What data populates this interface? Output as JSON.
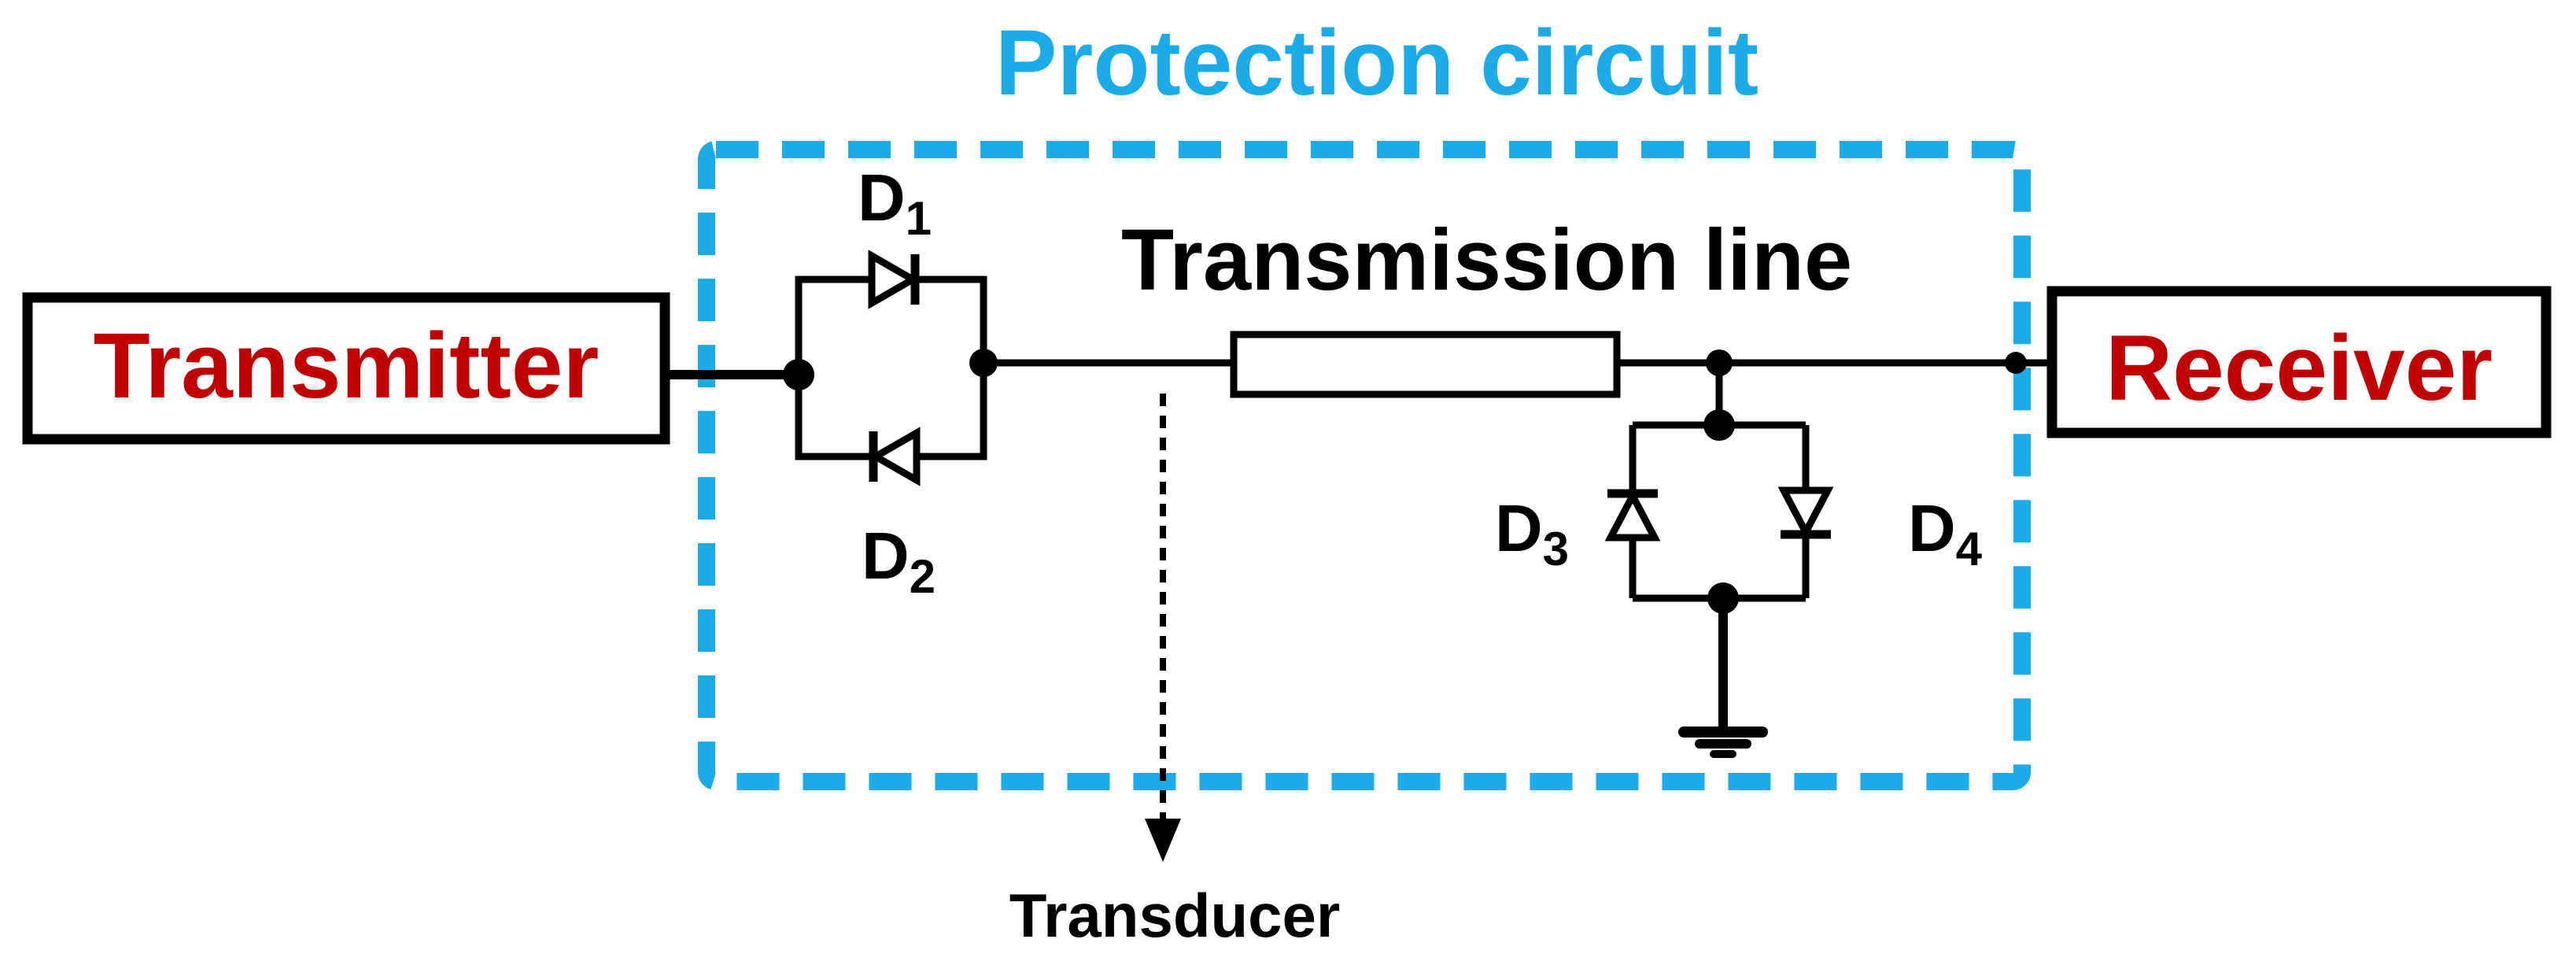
{
  "title": "Protection circuit",
  "blocks": {
    "transmitter": "Transmitter",
    "receiver": "Receiver",
    "transmission_line": "Transmission line",
    "transducer": "Transducer"
  },
  "diodes": {
    "d1": {
      "letter": "D",
      "sub": "1"
    },
    "d2": {
      "letter": "D",
      "sub": "2"
    },
    "d3": {
      "letter": "D",
      "sub": "3"
    },
    "d4": {
      "letter": "D",
      "sub": "4"
    }
  },
  "colors": {
    "title": "#1aabe8",
    "box_border": "#1aabe8",
    "block_text": "#c00000",
    "wire": "#000000"
  }
}
